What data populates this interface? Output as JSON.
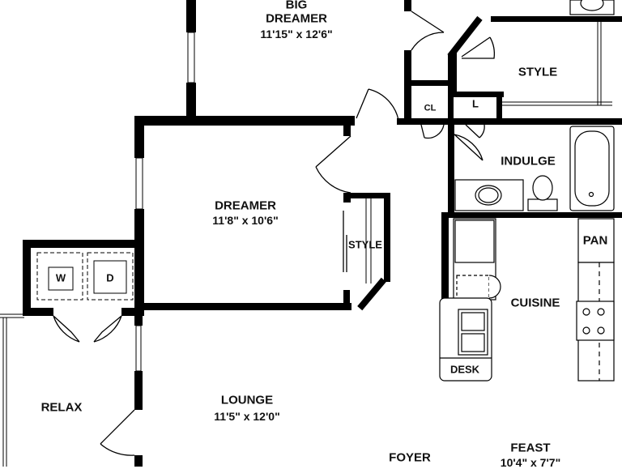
{
  "rooms": {
    "big_dreamer": {
      "name_line1": "BIG",
      "name_line2": "DREAMER",
      "dims": "11'15\" x 12'6\""
    },
    "dreamer": {
      "name": "DREAMER",
      "dims": "11'8\" x 10'6\""
    },
    "lounge": {
      "name": "LOUNGE",
      "dims": "11'5\" x 12'0\""
    },
    "feast": {
      "name": "FEAST",
      "dims": "10'4\" x 7'7\""
    },
    "foyer": {
      "name": "FOYER"
    },
    "relax": {
      "name": "RELAX"
    },
    "cuisine": {
      "name": "CUISINE"
    },
    "indulge": {
      "name": "INDULGE"
    },
    "style_upper": {
      "name": "STYLE"
    },
    "style_dreamer": {
      "name": "STYLE"
    },
    "closet": {
      "name": "CL"
    },
    "linen": {
      "name": "L"
    },
    "pantry": {
      "name": "PAN"
    },
    "desk": {
      "name": "DESK"
    }
  },
  "appliances": {
    "washer": "W",
    "dryer": "D"
  },
  "colors": {
    "wall": "#000000",
    "fixture": "#555555",
    "background": "#ffffff"
  }
}
